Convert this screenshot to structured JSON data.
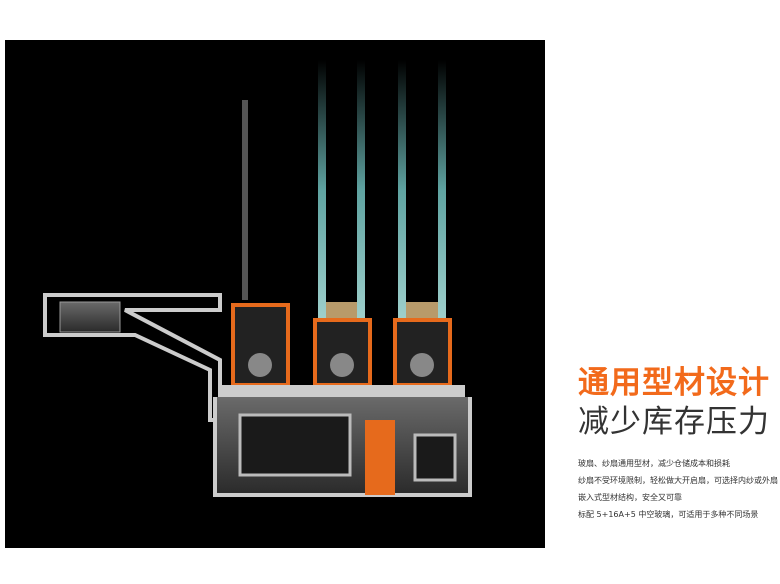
{
  "heading": {
    "line1": "通用型材设计",
    "line2": "减少库存压力"
  },
  "description": [
    "玻扇、纱扇通用型材，减少仓储成本和损耗",
    "纱扇不受环境限制，轻松做大开启扇，可选择内纱或外扇",
    "嵌入式型材结构，安全又可靠",
    "标配 5+16A+5 中空玻璃，可适用于多种不同场景"
  ],
  "colors": {
    "accent": "#f26a1b",
    "panel": "#000000",
    "glass": "#7fb8b6",
    "frame": "#bfbfbf"
  }
}
